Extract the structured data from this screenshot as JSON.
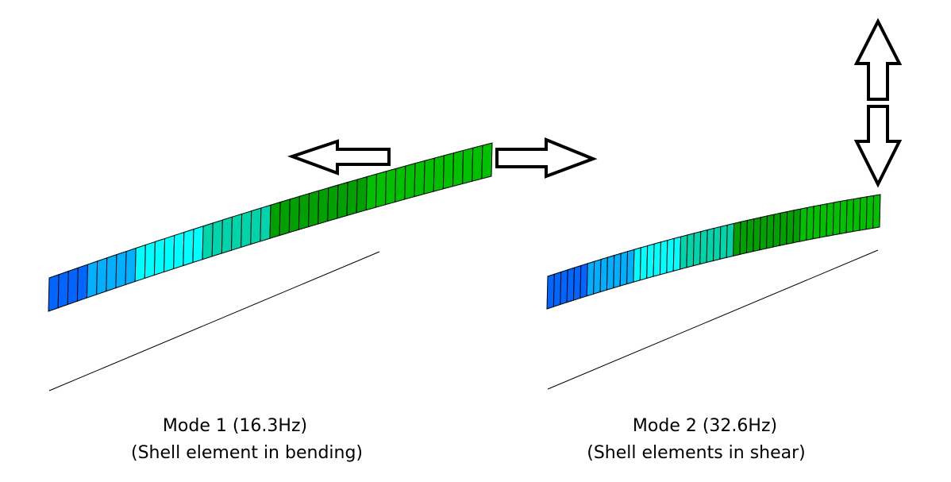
{
  "colors": {
    "blue": "#0066ff",
    "light_blue": "#00b0ff",
    "cyan": "#00ffff",
    "teal": "#00d4aa",
    "dark_green": "#00a000",
    "green": "#00c000",
    "outline": "#000000"
  },
  "modes": [
    {
      "title": "Mode 1 (16.3Hz)",
      "subtitle": "(Shell element in bending)",
      "arrow_type": "horizontal-double-split",
      "elements": 46
    },
    {
      "title": "Mode 2 (32.6Hz)",
      "subtitle": "(Shell elements in shear)",
      "arrow_type": "vertical-double-split",
      "elements": 50
    }
  ]
}
